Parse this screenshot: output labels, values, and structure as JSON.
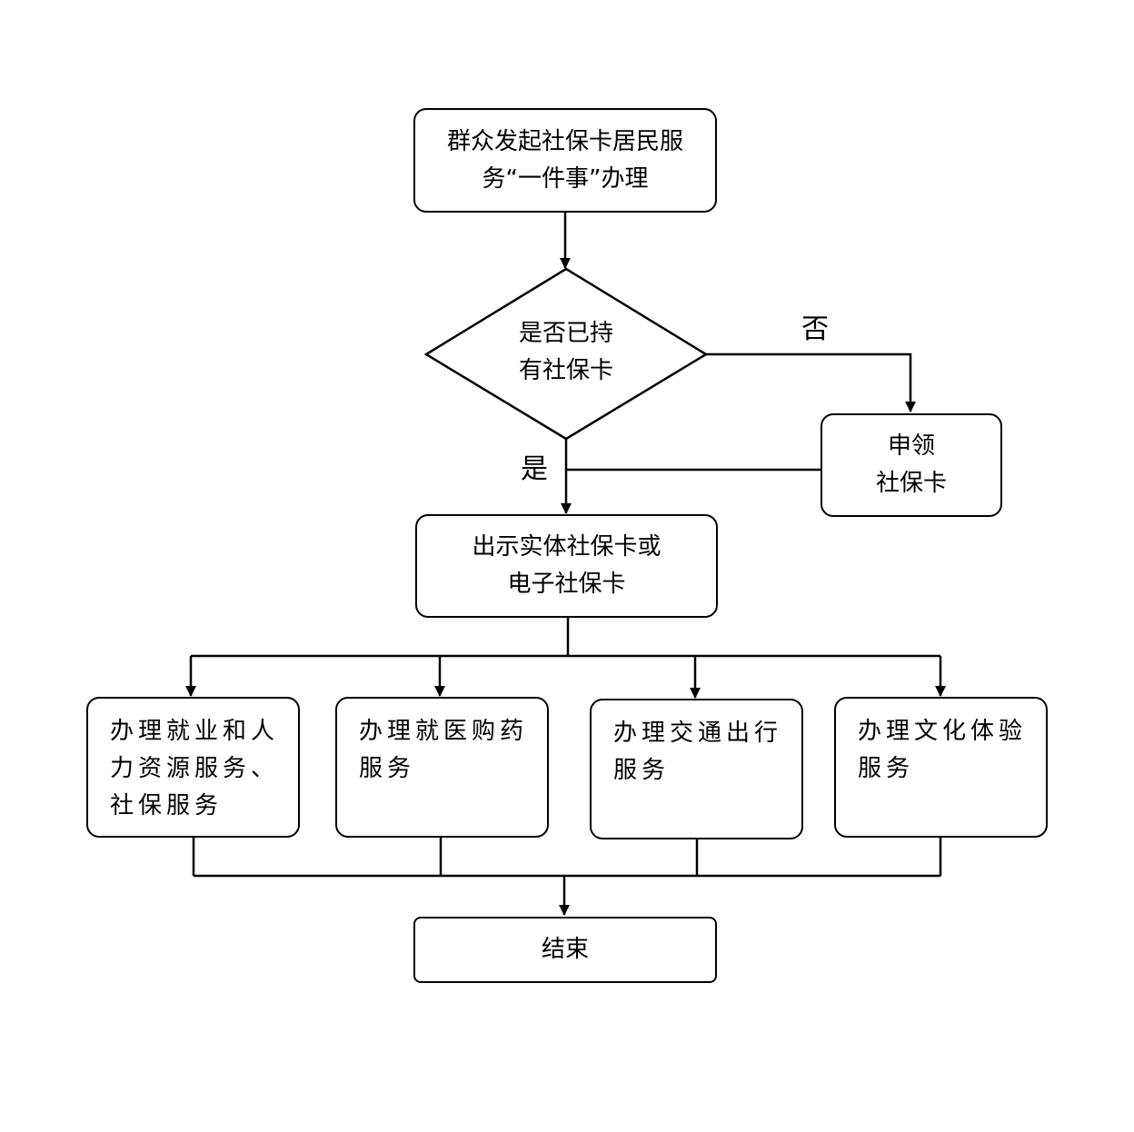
{
  "nodes": {
    "start": {
      "lines": [
        "群众发起社保卡居民服",
        "务“一件事”办理"
      ]
    },
    "decision": {
      "lines": [
        "是否已持",
        "有社保卡"
      ]
    },
    "apply": {
      "lines": [
        "申领",
        "社保卡"
      ]
    },
    "show": {
      "lines": [
        "出示实体社保卡或",
        "电子社保卡"
      ]
    },
    "svc1": {
      "lines": [
        "办理就业和人",
        "力资源服务、",
        "社保服务"
      ]
    },
    "svc2": {
      "lines": [
        "办理就医购药",
        "服务"
      ]
    },
    "svc3": {
      "lines": [
        "办理交通出行",
        "服务"
      ]
    },
    "svc4": {
      "lines": [
        "办理文化体验",
        "服务"
      ]
    },
    "end": {
      "lines": [
        "结束"
      ]
    }
  },
  "edge_labels": {
    "no": "否",
    "yes": "是"
  }
}
